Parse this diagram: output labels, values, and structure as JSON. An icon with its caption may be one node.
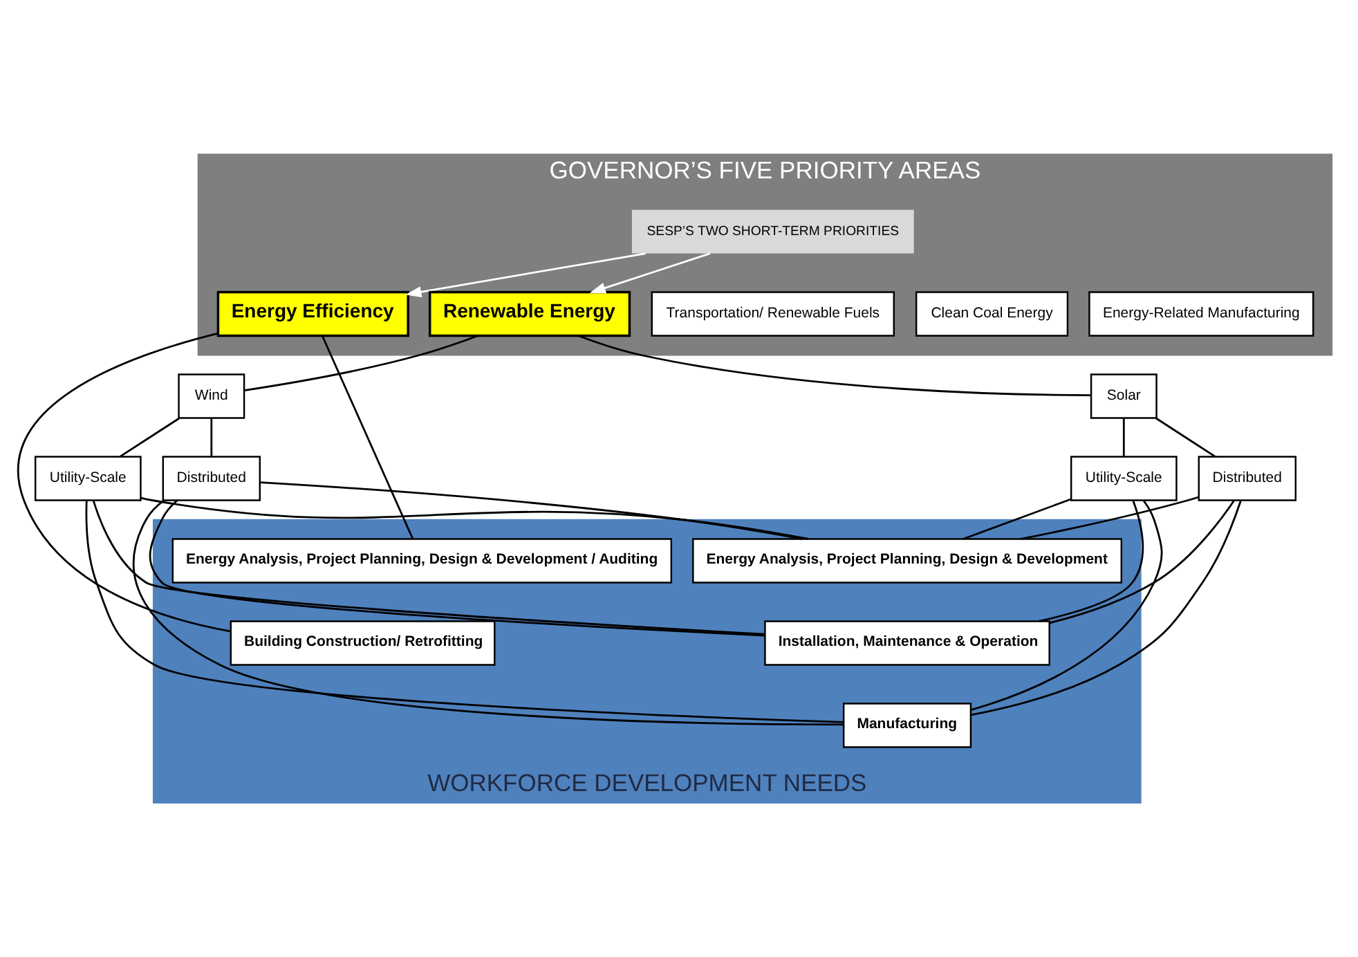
{
  "diagram": {
    "nodes": [
      {
        "text": [
          "GOVERNOR’S FIVE PRIORITY AREAS"
        ]
      },
      {
        "text": [
          "SESP’S TWO SHORT-TERM PRIORITIES"
        ],
        "in": 0
      },
      {
        "text": [
          "Energy Efficiency"
        ],
        "in": 0
      },
      {
        "text": [
          "Renewable Energy"
        ],
        "in": 0
      },
      {
        "text": [
          "Transportation/ Renewable Fuels"
        ],
        "in": 0
      },
      {
        "text": [
          "Clean Coal Energy"
        ],
        "in": 0
      },
      {
        "text": [
          "Energy-Related Manufacturing"
        ],
        "in": 0
      },
      {
        "text": [
          "Wind"
        ]
      },
      {
        "text": [
          "Solar"
        ]
      },
      {
        "text": [
          "Distributed"
        ]
      },
      {
        "text": [
          "Utility-Scale"
        ]
      },
      {
        "text": [
          "Distributed"
        ]
      },
      {
        "text": [
          "Utility-Scale"
        ]
      },
      {
        "text": [
          "WORKFORCE DEVELOPMENT NEEDS"
        ]
      },
      {
        "text": [
          "Energy Analysis, Project Planning, Design & Development / Auditing"
        ],
        "in": 13
      },
      {
        "text": [
          "Building Construction/ Retrofitting"
        ],
        "in": 13
      },
      {
        "text": [
          "Energy Analysis, Project Planning, Design & Development"
        ],
        "in": 13
      },
      {
        "text": [
          "Installation, Maintenance & Operation"
        ],
        "in": 13
      },
      {
        "text": [
          "Manufacturing"
        ],
        "in": 13
      }
    ],
    "edges": [
      {
        "from": 1,
        "to": 2,
        "arrow": "to",
        "color": "#ffffff"
      },
      {
        "from": 1,
        "to": 3,
        "arrow": "to",
        "color": "#ffffff"
      },
      {
        "from": 3,
        "to": 7,
        "arrow": "none"
      },
      {
        "from": 3,
        "to": 8,
        "arrow": "none"
      },
      {
        "from": 7,
        "to": 9,
        "arrow": "none"
      },
      {
        "from": 7,
        "to": 10,
        "arrow": "none"
      },
      {
        "from": 8,
        "to": 11,
        "arrow": "none"
      },
      {
        "from": 8,
        "to": 12,
        "arrow": "none"
      },
      {
        "from": 2,
        "to": 14,
        "arrow": "none"
      },
      {
        "from": 2,
        "to": 15,
        "arrow": "none"
      },
      {
        "from": 9,
        "to": 16,
        "arrow": "none"
      },
      {
        "from": 9,
        "to": 17,
        "arrow": "none"
      },
      {
        "from": 9,
        "to": 18,
        "arrow": "none"
      },
      {
        "from": 10,
        "to": 16,
        "arrow": "none"
      },
      {
        "from": 10,
        "to": 17,
        "arrow": "none"
      },
      {
        "from": 10,
        "to": 18,
        "arrow": "none"
      },
      {
        "from": 11,
        "to": 16,
        "arrow": "none"
      },
      {
        "from": 11,
        "to": 17,
        "arrow": "none"
      },
      {
        "from": 11,
        "to": 18,
        "arrow": "none"
      },
      {
        "from": 12,
        "to": 16,
        "arrow": "none"
      },
      {
        "from": 12,
        "to": 17,
        "arrow": "none"
      },
      {
        "from": 12,
        "to": 18,
        "arrow": "none"
      }
    ]
  }
}
